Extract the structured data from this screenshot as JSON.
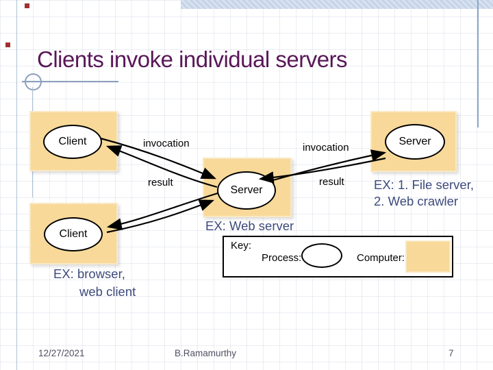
{
  "slide": {
    "title": "Clients invoke individual servers",
    "footer": {
      "date": "12/27/2021",
      "author": "B.Ramamurthy",
      "page_number": "7"
    }
  },
  "diagram": {
    "nodes": {
      "client_top": "Client",
      "server_mid": "Server",
      "server_right": "Server",
      "client_bottom": "Client"
    },
    "edges": {
      "left_invocation": "invocation",
      "left_result": "result",
      "right_invocation": "invocation",
      "right_result": "result"
    },
    "key": {
      "label": "Key:",
      "process": "Process:",
      "computer": "Computer:"
    }
  },
  "examples": {
    "server_right_line1": "EX: 1. File server,",
    "server_right_line2": "2. Web crawler",
    "server_mid": "EX: Web server",
    "client_bottom_line1": "EX: browser,",
    "client_bottom_line2": "web client"
  },
  "colors": {
    "title_text": "#591758",
    "example_text": "#3d4a7c",
    "node_fill": "#f8d999",
    "accent_red": "#a03033",
    "accent_blue_line": "#8ca6c6",
    "arrow": "#000000"
  }
}
